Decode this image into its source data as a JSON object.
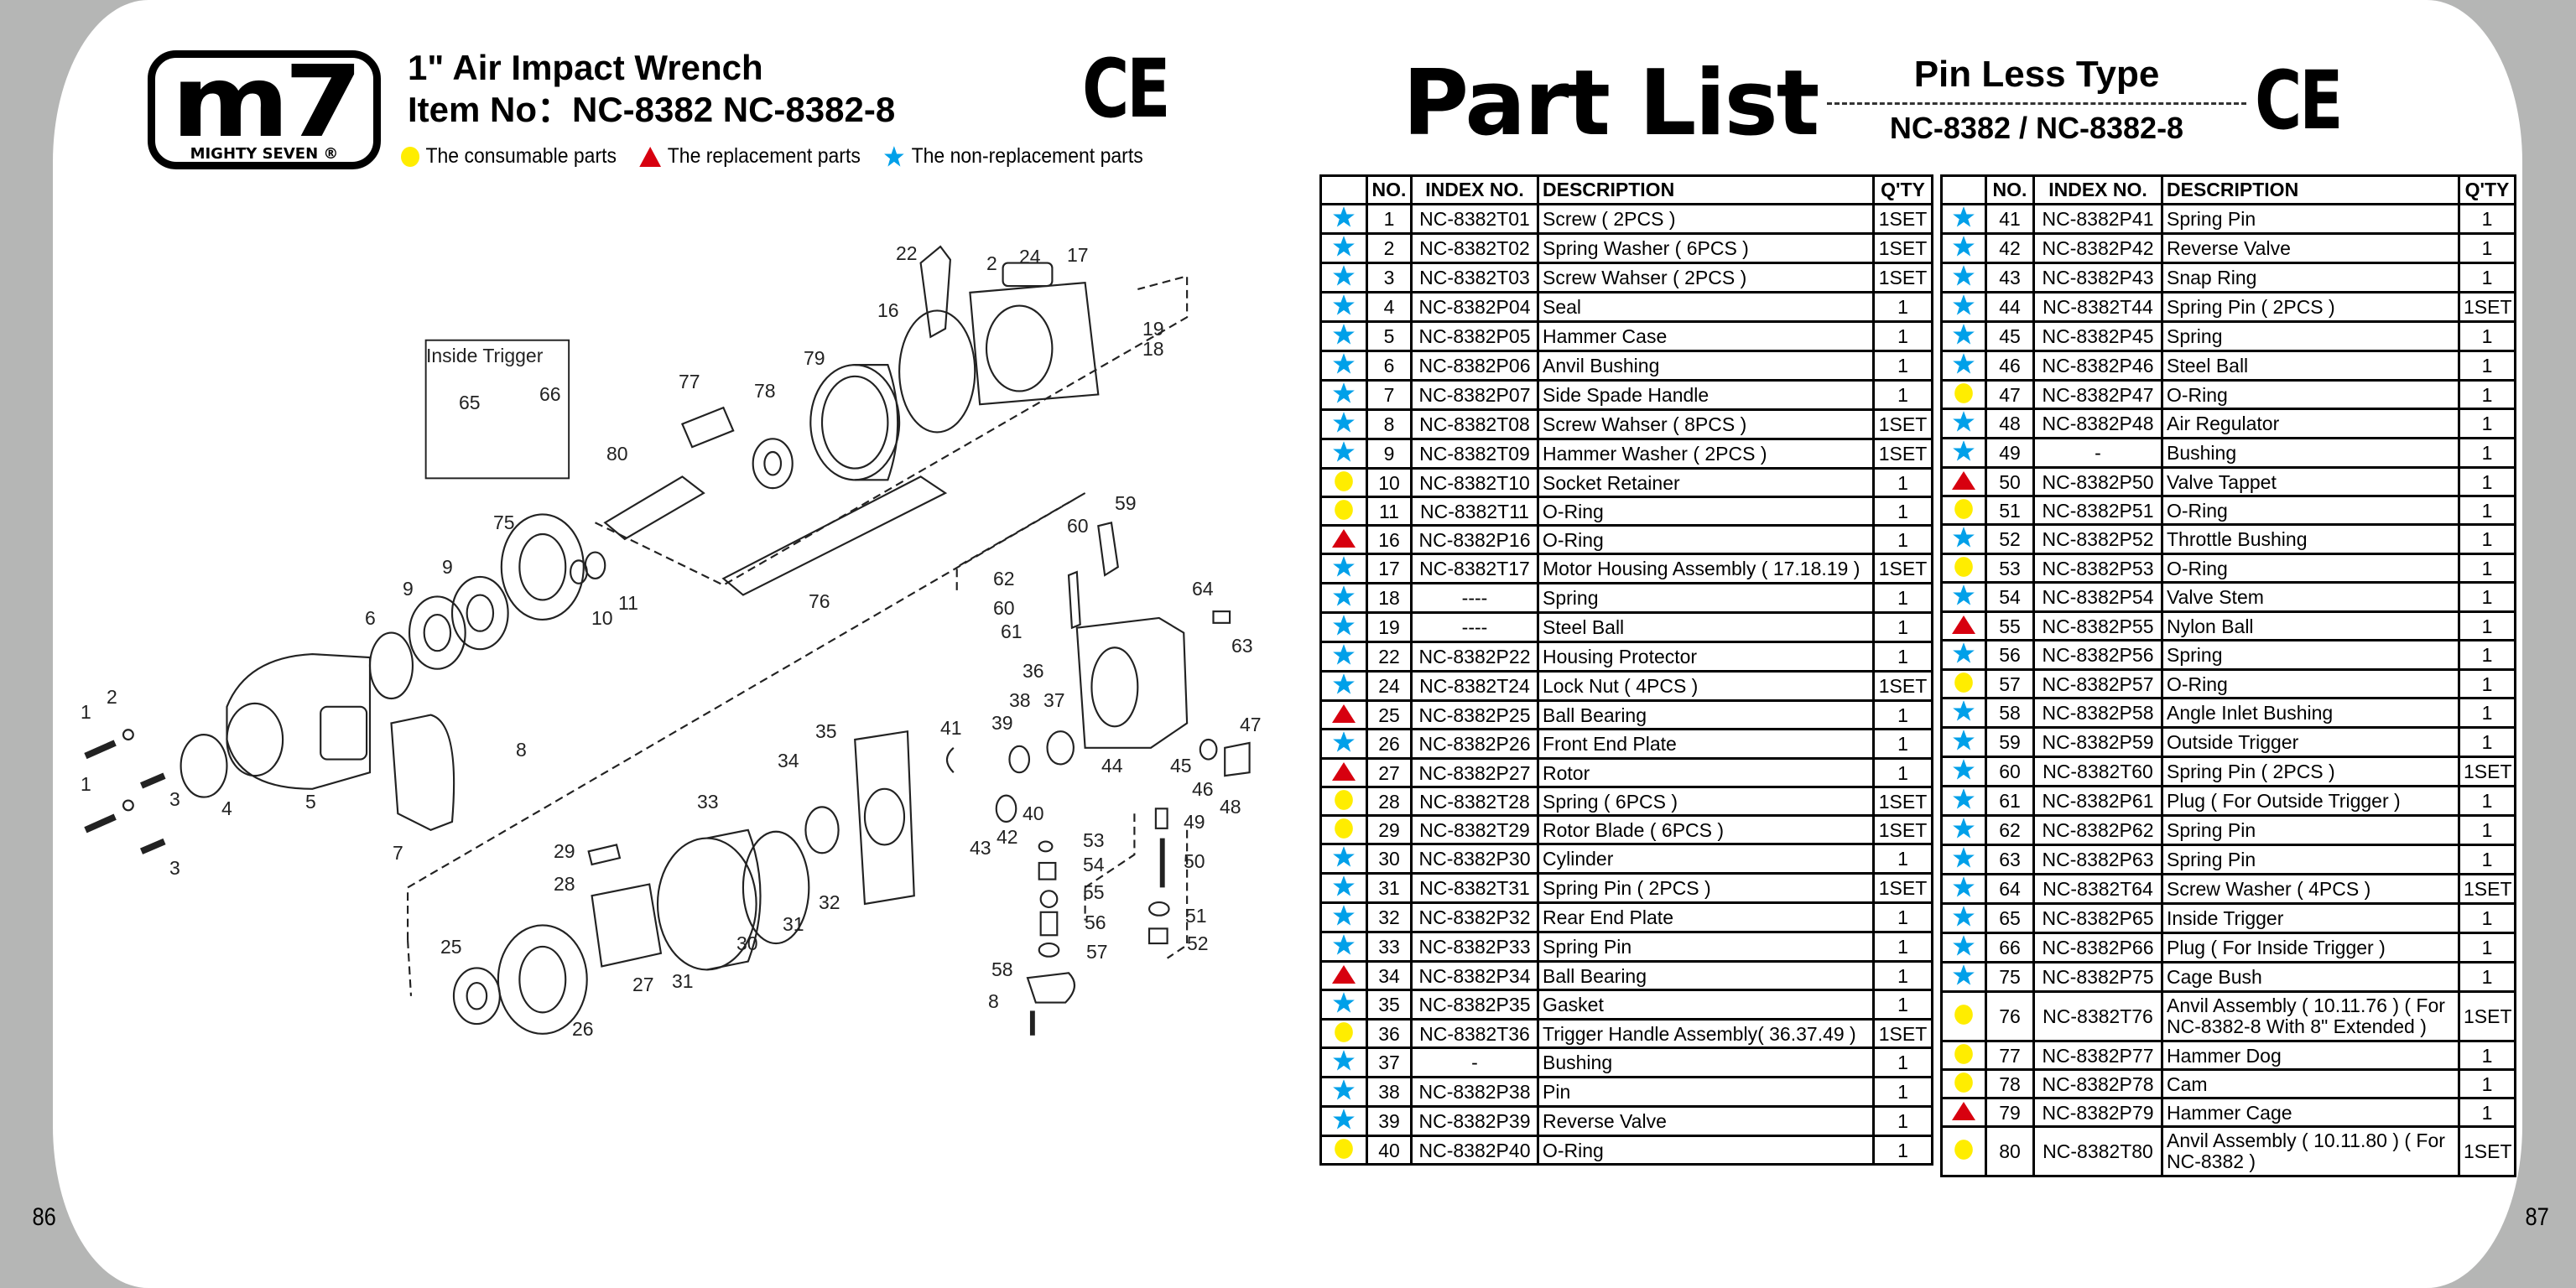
{
  "brand": {
    "logo_text": "m7",
    "logo_subtext": "MIGHTY SEVEN ®"
  },
  "product": {
    "title": "1\" Air Impact Wrench",
    "item_no": "Item No：NC-8382 NC-8382-8"
  },
  "ce_mark": "CE",
  "legend": [
    {
      "symbol": "circle",
      "label": "The consumable parts"
    },
    {
      "symbol": "triangle",
      "label": "The replacement parts"
    },
    {
      "symbol": "star",
      "label": "The non-replacement parts"
    }
  ],
  "colors": {
    "consumable": "#ffed00",
    "replacement": "#d7000f",
    "non_replacement": "#00a0e9",
    "background": "#b5b6b5"
  },
  "part_list": {
    "title": "Part List",
    "type": "Pin Less Type",
    "models": "NC-8382 / NC-8382-8"
  },
  "columns": [
    "",
    "NO.",
    "INDEX NO.",
    "DESCRIPTION",
    "Q'TY"
  ],
  "diagram": {
    "inside_trigger_label": "Inside Trigger",
    "callouts": [
      "22",
      "2",
      "24",
      "17",
      "16",
      "19",
      "18",
      "79",
      "77",
      "78",
      "80",
      "65",
      "66",
      "59",
      "60",
      "75",
      "9",
      "9",
      "10",
      "11",
      "76",
      "62",
      "60",
      "61",
      "64",
      "63",
      "6",
      "36",
      "38",
      "37",
      "2",
      "1",
      "3",
      "4",
      "5",
      "8",
      "7",
      "1",
      "3",
      "35",
      "34",
      "41",
      "39",
      "47",
      "33",
      "44",
      "45",
      "46",
      "48",
      "40",
      "42",
      "43",
      "29",
      "28",
      "32",
      "31",
      "53",
      "49",
      "54",
      "55",
      "50",
      "30",
      "56",
      "51",
      "52",
      "57",
      "27",
      "31",
      "25",
      "58",
      "26",
      "8"
    ]
  },
  "table_left": [
    {
      "mark": "star",
      "no": "1",
      "index": "NC-8382T01",
      "desc": "Screw ( 2PCS )",
      "qty": "1SET"
    },
    {
      "mark": "star",
      "no": "2",
      "index": "NC-8382T02",
      "desc": "Spring Washer ( 6PCS )",
      "qty": "1SET"
    },
    {
      "mark": "star",
      "no": "3",
      "index": "NC-8382T03",
      "desc": "Screw Wahser ( 2PCS )",
      "qty": "1SET"
    },
    {
      "mark": "star",
      "no": "4",
      "index": "NC-8382P04",
      "desc": "Seal",
      "qty": "1"
    },
    {
      "mark": "star",
      "no": "5",
      "index": "NC-8382P05",
      "desc": "Hammer Case",
      "qty": "1"
    },
    {
      "mark": "star",
      "no": "6",
      "index": "NC-8382P06",
      "desc": "Anvil Bushing",
      "qty": "1"
    },
    {
      "mark": "star",
      "no": "7",
      "index": "NC-8382P07",
      "desc": "Side Spade Handle",
      "qty": "1"
    },
    {
      "mark": "star",
      "no": "8",
      "index": "NC-8382T08",
      "desc": "Screw Wahser ( 8PCS )",
      "qty": "1SET"
    },
    {
      "mark": "star",
      "no": "9",
      "index": "NC-8382T09",
      "desc": "Hammer Washer ( 2PCS )",
      "qty": "1SET"
    },
    {
      "mark": "circle",
      "no": "10",
      "index": "NC-8382T10",
      "desc": "Socket Retainer",
      "qty": "1"
    },
    {
      "mark": "circle",
      "no": "11",
      "index": "NC-8382T11",
      "desc": "O-Ring",
      "qty": "1"
    },
    {
      "mark": "triangle",
      "no": "16",
      "index": "NC-8382P16",
      "desc": "O-Ring",
      "qty": "1"
    },
    {
      "mark": "star",
      "no": "17",
      "index": "NC-8382T17",
      "desc": "Motor Housing Assembly ( 17.18.19 )",
      "qty": "1SET"
    },
    {
      "mark": "star",
      "no": "18",
      "index": "----",
      "desc": "Spring",
      "qty": "1"
    },
    {
      "mark": "star",
      "no": "19",
      "index": "----",
      "desc": "Steel Ball",
      "qty": "1"
    },
    {
      "mark": "star",
      "no": "22",
      "index": "NC-8382P22",
      "desc": "Housing Protector",
      "qty": "1"
    },
    {
      "mark": "star",
      "no": "24",
      "index": "NC-8382T24",
      "desc": "Lock Nut ( 4PCS )",
      "qty": "1SET"
    },
    {
      "mark": "triangle",
      "no": "25",
      "index": "NC-8382P25",
      "desc": "Ball Bearing",
      "qty": "1"
    },
    {
      "mark": "star",
      "no": "26",
      "index": "NC-8382P26",
      "desc": "Front End Plate",
      "qty": "1"
    },
    {
      "mark": "triangle",
      "no": "27",
      "index": "NC-8382P27",
      "desc": "Rotor",
      "qty": "1"
    },
    {
      "mark": "circle",
      "no": "28",
      "index": "NC-8382T28",
      "desc": "Spring ( 6PCS )",
      "qty": "1SET"
    },
    {
      "mark": "circle",
      "no": "29",
      "index": "NC-8382T29",
      "desc": "Rotor Blade ( 6PCS )",
      "qty": "1SET"
    },
    {
      "mark": "star",
      "no": "30",
      "index": "NC-8382P30",
      "desc": "Cylinder",
      "qty": "1"
    },
    {
      "mark": "star",
      "no": "31",
      "index": "NC-8382T31",
      "desc": "Spring Pin ( 2PCS )",
      "qty": "1SET"
    },
    {
      "mark": "star",
      "no": "32",
      "index": "NC-8382P32",
      "desc": "Rear End Plate",
      "qty": "1"
    },
    {
      "mark": "star",
      "no": "33",
      "index": "NC-8382P33",
      "desc": "Spring Pin",
      "qty": "1"
    },
    {
      "mark": "triangle",
      "no": "34",
      "index": "NC-8382P34",
      "desc": "Ball Bearing",
      "qty": "1"
    },
    {
      "mark": "star",
      "no": "35",
      "index": "NC-8382P35",
      "desc": "Gasket",
      "qty": "1"
    },
    {
      "mark": "circle",
      "no": "36",
      "index": "NC-8382T36",
      "desc": "Trigger Handle Assembly( 36.37.49 )",
      "qty": "1SET"
    },
    {
      "mark": "star",
      "no": "37",
      "index": "-",
      "desc": "Bushing",
      "qty": "1"
    },
    {
      "mark": "star",
      "no": "38",
      "index": "NC-8382P38",
      "desc": "Pin",
      "qty": "1"
    },
    {
      "mark": "star",
      "no": "39",
      "index": "NC-8382P39",
      "desc": "Reverse Valve",
      "qty": "1"
    },
    {
      "mark": "circle",
      "no": "40",
      "index": "NC-8382P40",
      "desc": "O-Ring",
      "qty": "1"
    }
  ],
  "table_right": [
    {
      "mark": "star",
      "no": "41",
      "index": "NC-8382P41",
      "desc": "Spring Pin",
      "qty": "1"
    },
    {
      "mark": "star",
      "no": "42",
      "index": "NC-8382P42",
      "desc": "Reverse Valve",
      "qty": "1"
    },
    {
      "mark": "star",
      "no": "43",
      "index": "NC-8382P43",
      "desc": "Snap Ring",
      "qty": "1"
    },
    {
      "mark": "star",
      "no": "44",
      "index": "NC-8382T44",
      "desc": "Spring Pin ( 2PCS )",
      "qty": "1SET"
    },
    {
      "mark": "star",
      "no": "45",
      "index": "NC-8382P45",
      "desc": "Spring",
      "qty": "1"
    },
    {
      "mark": "star",
      "no": "46",
      "index": "NC-8382P46",
      "desc": "Steel Ball",
      "qty": "1"
    },
    {
      "mark": "circle",
      "no": "47",
      "index": "NC-8382P47",
      "desc": "O-Ring",
      "qty": "1"
    },
    {
      "mark": "star",
      "no": "48",
      "index": "NC-8382P48",
      "desc": "Air Regulator",
      "qty": "1"
    },
    {
      "mark": "star",
      "no": "49",
      "index": "-",
      "desc": "Bushing",
      "qty": "1"
    },
    {
      "mark": "triangle",
      "no": "50",
      "index": "NC-8382P50",
      "desc": "Valve Tappet",
      "qty": "1"
    },
    {
      "mark": "circle",
      "no": "51",
      "index": "NC-8382P51",
      "desc": "O-Ring",
      "qty": "1"
    },
    {
      "mark": "star",
      "no": "52",
      "index": "NC-8382P52",
      "desc": "Throttle Bushing",
      "qty": "1"
    },
    {
      "mark": "circle",
      "no": "53",
      "index": "NC-8382P53",
      "desc": "O-Ring",
      "qty": "1"
    },
    {
      "mark": "star",
      "no": "54",
      "index": "NC-8382P54",
      "desc": "Valve Stem",
      "qty": "1"
    },
    {
      "mark": "triangle",
      "no": "55",
      "index": "NC-8382P55",
      "desc": "Nylon Ball",
      "qty": "1"
    },
    {
      "mark": "star",
      "no": "56",
      "index": "NC-8382P56",
      "desc": "Spring",
      "qty": "1"
    },
    {
      "mark": "circle",
      "no": "57",
      "index": "NC-8382P57",
      "desc": "O-Ring",
      "qty": "1"
    },
    {
      "mark": "star",
      "no": "58",
      "index": "NC-8382P58",
      "desc": "Angle Inlet Bushing",
      "qty": "1"
    },
    {
      "mark": "star",
      "no": "59",
      "index": "NC-8382P59",
      "desc": "Outside Trigger",
      "qty": "1"
    },
    {
      "mark": "star",
      "no": "60",
      "index": "NC-8382T60",
      "desc": "Spring Pin ( 2PCS )",
      "qty": "1SET"
    },
    {
      "mark": "star",
      "no": "61",
      "index": "NC-8382P61",
      "desc": "Plug ( For Outside Trigger )",
      "qty": "1"
    },
    {
      "mark": "star",
      "no": "62",
      "index": "NC-8382P62",
      "desc": "Spring Pin",
      "qty": "1"
    },
    {
      "mark": "star",
      "no": "63",
      "index": "NC-8382P63",
      "desc": "Spring Pin",
      "qty": "1"
    },
    {
      "mark": "star",
      "no": "64",
      "index": "NC-8382T64",
      "desc": "Screw Washer ( 4PCS )",
      "qty": "1SET"
    },
    {
      "mark": "star",
      "no": "65",
      "index": "NC-8382P65",
      "desc": "Inside Trigger",
      "qty": "1"
    },
    {
      "mark": "star",
      "no": "66",
      "index": "NC-8382P66",
      "desc": "Plug ( For Inside Trigger )",
      "qty": "1"
    },
    {
      "mark": "star",
      "no": "75",
      "index": "NC-8382P75",
      "desc": "Cage Bush",
      "qty": "1"
    },
    {
      "mark": "circle",
      "no": "76",
      "index": "NC-8382T76",
      "desc": "Anvil Assembly ( 10.11.76 ) ( For NC-8382-8 With 8\" Extended )",
      "qty": "1SET",
      "tall": true
    },
    {
      "mark": "circle",
      "no": "77",
      "index": "NC-8382P77",
      "desc": "Hammer Dog",
      "qty": "1"
    },
    {
      "mark": "circle",
      "no": "78",
      "index": "NC-8382P78",
      "desc": "Cam",
      "qty": "1"
    },
    {
      "mark": "triangle",
      "no": "79",
      "index": "NC-8382P79",
      "desc": "Hammer Cage",
      "qty": "1"
    },
    {
      "mark": "circle",
      "no": "80",
      "index": "NC-8382T80",
      "desc": "Anvil Assembly ( 10.11.80 ) ( For NC-8382 )",
      "qty": "1SET",
      "tall": true
    }
  ],
  "pages": {
    "left": "86",
    "right": "87"
  }
}
